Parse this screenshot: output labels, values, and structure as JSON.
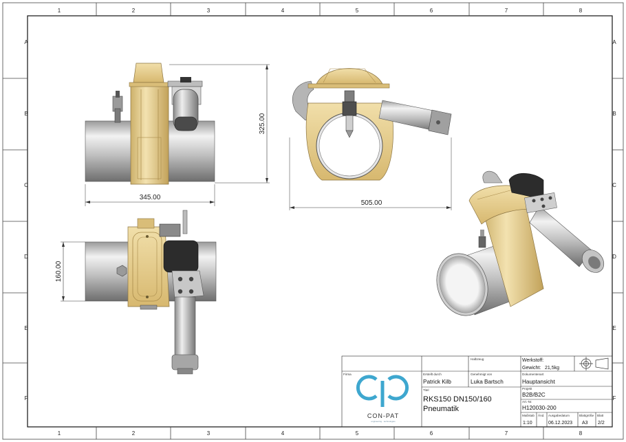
{
  "grid": {
    "columns": [
      "1",
      "2",
      "3",
      "4",
      "5",
      "6",
      "7",
      "8"
    ],
    "rows": [
      "A",
      "B",
      "C",
      "D",
      "E",
      "F"
    ]
  },
  "dimensions": {
    "front_width": "345.00",
    "front_height": "325.00",
    "side_width": "505.00",
    "top_height": "160.00"
  },
  "title_block": {
    "halbzeug_label": "Halbzeug",
    "werkstoff_label": "Werkstoff:",
    "gewicht_label": "Gewicht:",
    "gewicht_value": "21,5kg",
    "firma_label": "Firma",
    "erstellt_label": "Erstellt durch",
    "erstellt_value": "Patrick Kilb",
    "genehmigt_label": "Genehmigt von",
    "genehmigt_value": "Luka Bartsch",
    "dokumentenart_label": "Dokumentenart",
    "dokumentenart_value": "Hauptansicht",
    "titel_label": "Titel",
    "titel_line1": "RKS150 DN150/160",
    "titel_line2": "Pneumatik",
    "projekt_label": "Projekt",
    "projekt_value": "B2B/B2C",
    "artnr_label": "Art.-Nr.",
    "artnr_value": "H120030-200",
    "massstab_label": "Maßstab",
    "massstab_value": "1:10",
    "aend_label": "Änd.",
    "ausgabedatum_label": "Ausgabedatum",
    "ausgabedatum_value": "06.12.2023",
    "blattgroesse_label": "Blattgröße",
    "blattgroesse_value": "A3",
    "blatt_label": "Blatt",
    "blatt_value": "2/2",
    "logo_text": "CON-PAT",
    "logo_sub": "engineering · technologies"
  },
  "colors": {
    "brass": "#e9d29a",
    "brass_dark": "#b89a52",
    "steel": "#c9c9c9",
    "steel_dark": "#7a7a7a",
    "black_part": "#2a2a2a",
    "logo_blue": "#3ea7cf"
  }
}
